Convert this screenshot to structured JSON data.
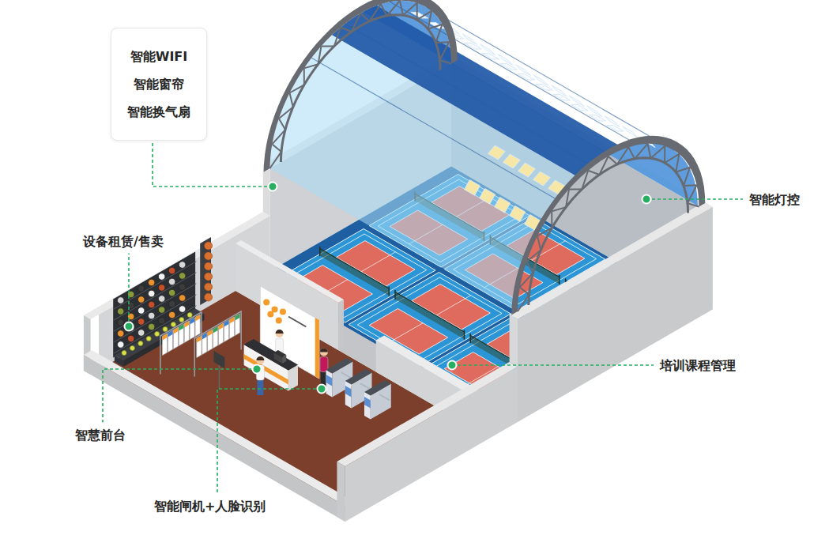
{
  "diagram": {
    "nodes": [
      {
        "text": [
          "智能WIFI",
          "智能窗帘",
          "智能换气扇"
        ]
      }
    ],
    "labels": [
      "智能灯控",
      "设备租赁/售卖",
      "培训课程管理",
      "智慧前台",
      "智能闸机+人脸识别"
    ]
  }
}
